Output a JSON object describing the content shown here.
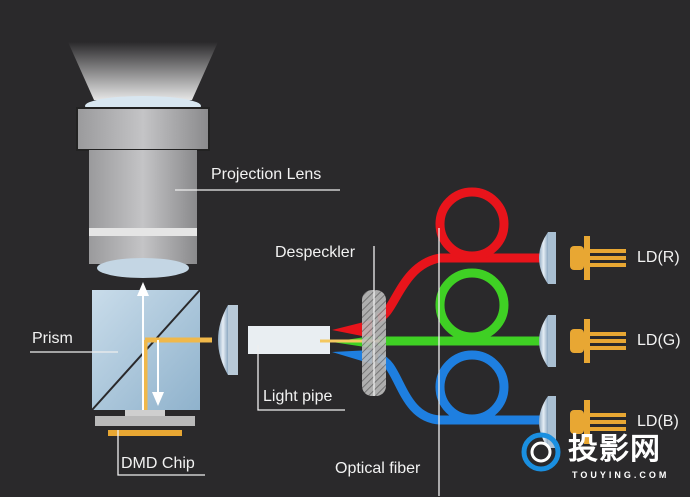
{
  "labels": {
    "projection_lens": "Projection Lens",
    "despeckler": "Despeckler",
    "prism": "Prism",
    "light_pipe": "Light pipe",
    "dmd_chip": "DMD Chip",
    "optical_fiber": "Optical fiber",
    "ld_r": "LD(R)",
    "ld_g": "LD(G)",
    "ld_b": "LD(B)"
  },
  "watermark": {
    "cn": "投影网",
    "en": "TOUYING.COM"
  },
  "colors": {
    "background": "#2a292b",
    "red": "#e8141b",
    "green": "#3fd024",
    "blue": "#1e7fe0",
    "gold": "#e8a733",
    "accent_blue": "#1a8fe0"
  }
}
